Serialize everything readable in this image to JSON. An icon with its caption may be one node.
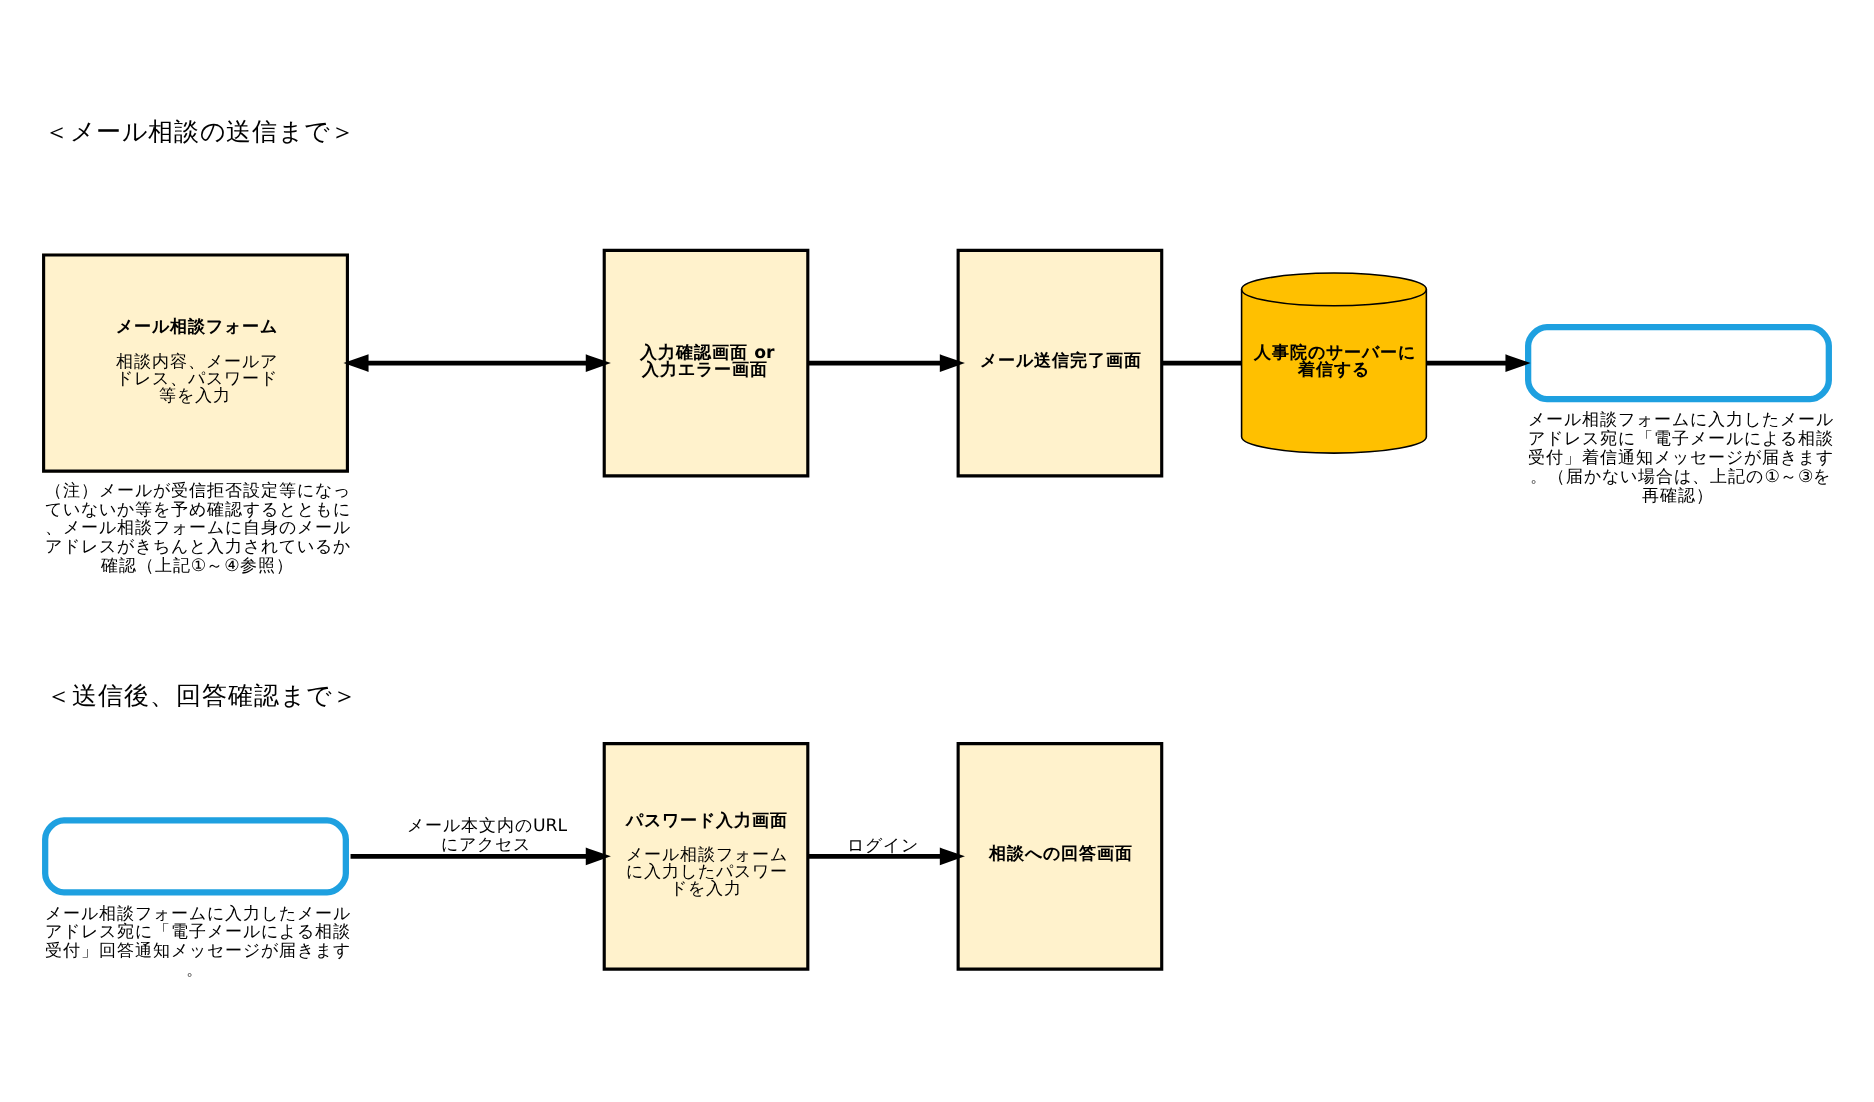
{
  "diagram": {
    "nodes": [
      {
        "text": [
          "メール相談フォーム",
          "相談内容、メールアドレス、パスワード等を入力"
        ],
        "beside": [
          "（注）メールが受信拒否設定等になっていないか等を予め確認するとともに、メール相談フォームに自身のメールアドレスがきちんと入力されているか確認（上記①～④参照）"
        ]
      },
      {
        "text": [
          "入力確認画面 or 入力エラー画面"
        ]
      },
      {
        "text": [
          "メール送信完了画面"
        ]
      },
      {
        "text": [
          "人事院のサーバーに着信する"
        ]
      },
      {
        "text": [],
        "shape": "box",
        "beside": [
          "メール相談フォームに入力したメールアドレス宛に「電子メールによる相談受付」着信通知メッセージが届きます。（届かない場合は、上記の①～③を再確認）"
        ]
      },
      {
        "text": [],
        "shape": "box",
        "beside": [
          "メール相談フォームに入力したメールアドレス宛に「電子メールによる相談受付」回答通知メッセージが届きます。"
        ]
      },
      {
        "text": [
          "パスワード入力画面",
          "メール相談フォームに入力したパスワードを入力"
        ]
      },
      {
        "text": [
          "相談への回答画面"
        ]
      }
    ],
    "edges": [
      {
        "from": 0,
        "to": 1,
        "arrow": "both"
      },
      {
        "from": 1,
        "to": 2,
        "arrow": "to"
      },
      {
        "from": 2,
        "to": 3,
        "arrow": "none"
      },
      {
        "from": 3,
        "to": 4,
        "arrow": "to"
      },
      {
        "from": 5,
        "to": 6,
        "arrow": "to",
        "label": "メール本文内のURLにアクセス"
      },
      {
        "from": 6,
        "to": 7,
        "arrow": "to",
        "label": "ログイン"
      }
    ],
    "labels": [
      "＜メール相談の送信まで＞",
      "＜送信後、回答確認まで＞"
    ]
  }
}
